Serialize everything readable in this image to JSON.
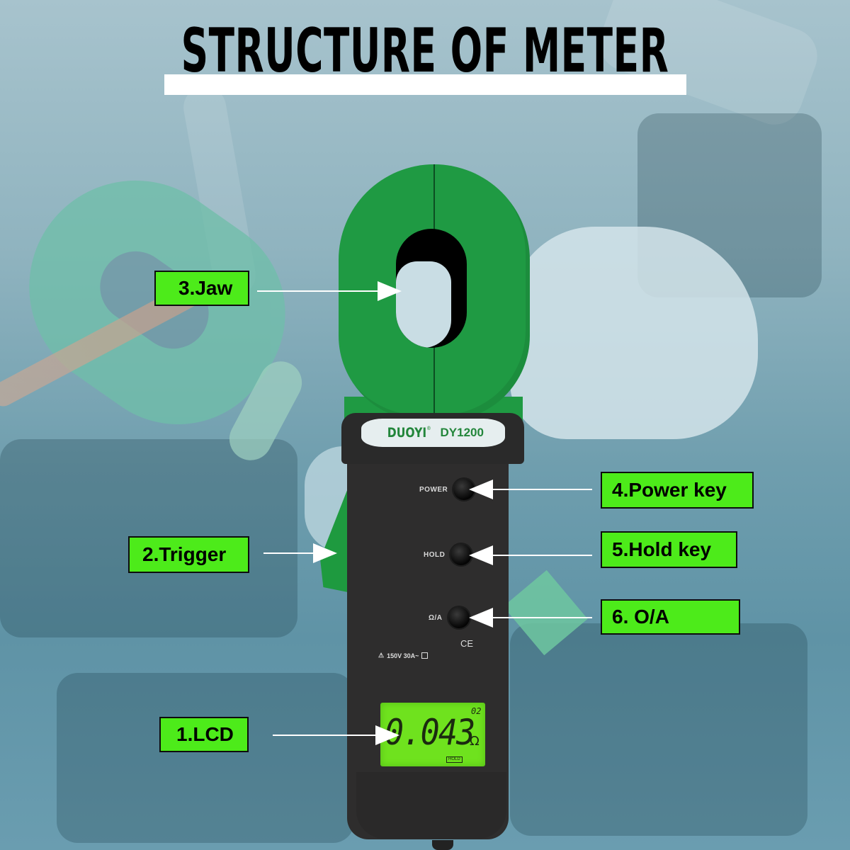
{
  "title": "STRUCTURE OF METER",
  "meter": {
    "brand": "DUOYI",
    "registered_mark": "®",
    "model": "DY1200",
    "keys": [
      {
        "label": "POWER"
      },
      {
        "label": "HOLD"
      },
      {
        "label": "Ω/A"
      }
    ],
    "rating": "150V  30A~",
    "ce_mark": "CE",
    "lcd": {
      "reading": "0.043",
      "unit": "Ω",
      "small_indicator": "02",
      "hold_indicator": "HOLD"
    }
  },
  "callouts": [
    {
      "number": "1",
      "text": "1.LCD"
    },
    {
      "number": "2",
      "text": "2.Trigger"
    },
    {
      "number": "3",
      "text": "3.Jaw"
    },
    {
      "number": "4",
      "text": "4.Power key"
    },
    {
      "number": "5",
      "text": "5.Hold key"
    },
    {
      "number": "6",
      "text": "6. O/A"
    }
  ],
  "colors": {
    "callout_bg": "#4deb1a",
    "meter_green": "#1f9a43",
    "meter_body": "#2e2d2d",
    "lcd_green": "#6fe21e"
  }
}
